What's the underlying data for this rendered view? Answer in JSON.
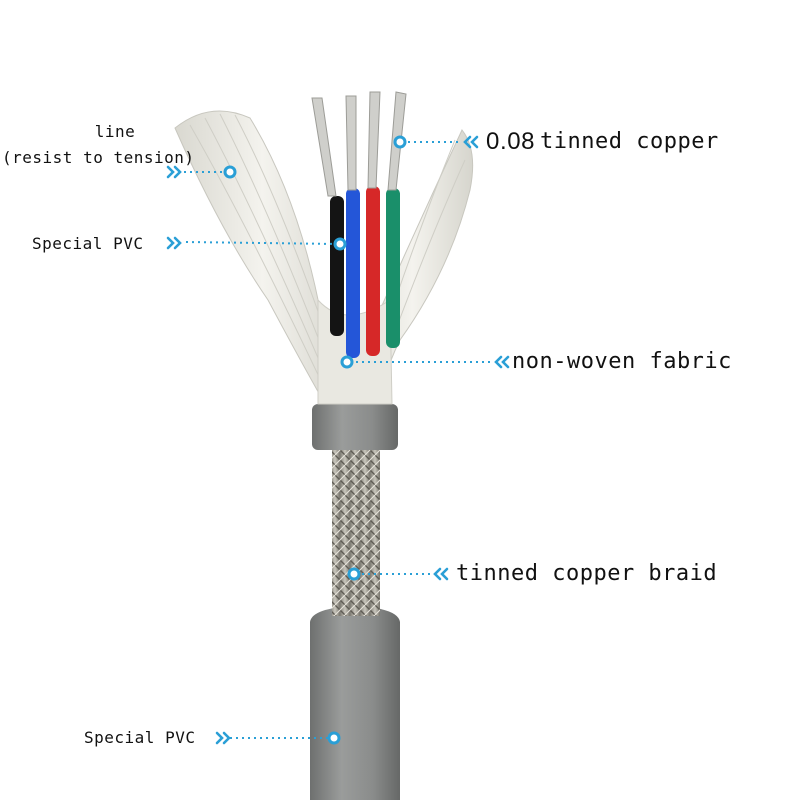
{
  "callouts": {
    "line": {
      "title": "line",
      "subtitle": "(resist to tension)"
    },
    "tinned_copper": {
      "prefix": "0.08",
      "text": "tinned copper"
    },
    "special_pvc_insulation": {
      "text": "Special PVC"
    },
    "non_woven_fabric": {
      "text": "non-woven fabric"
    },
    "tinned_copper_braid": {
      "text": "tinned copper braid"
    },
    "special_pvc_jacket": {
      "text": "Special PVC"
    }
  },
  "colors": {
    "callout": "#2a9fd6",
    "jacket": "#8d8f8e",
    "wire_black": "#141414",
    "wire_blue": "#2456d8",
    "wire_red": "#d62828",
    "wire_green": "#1a8f6a",
    "copper_tinned": "#cfcfcb",
    "fiber": "#ecebe4"
  }
}
